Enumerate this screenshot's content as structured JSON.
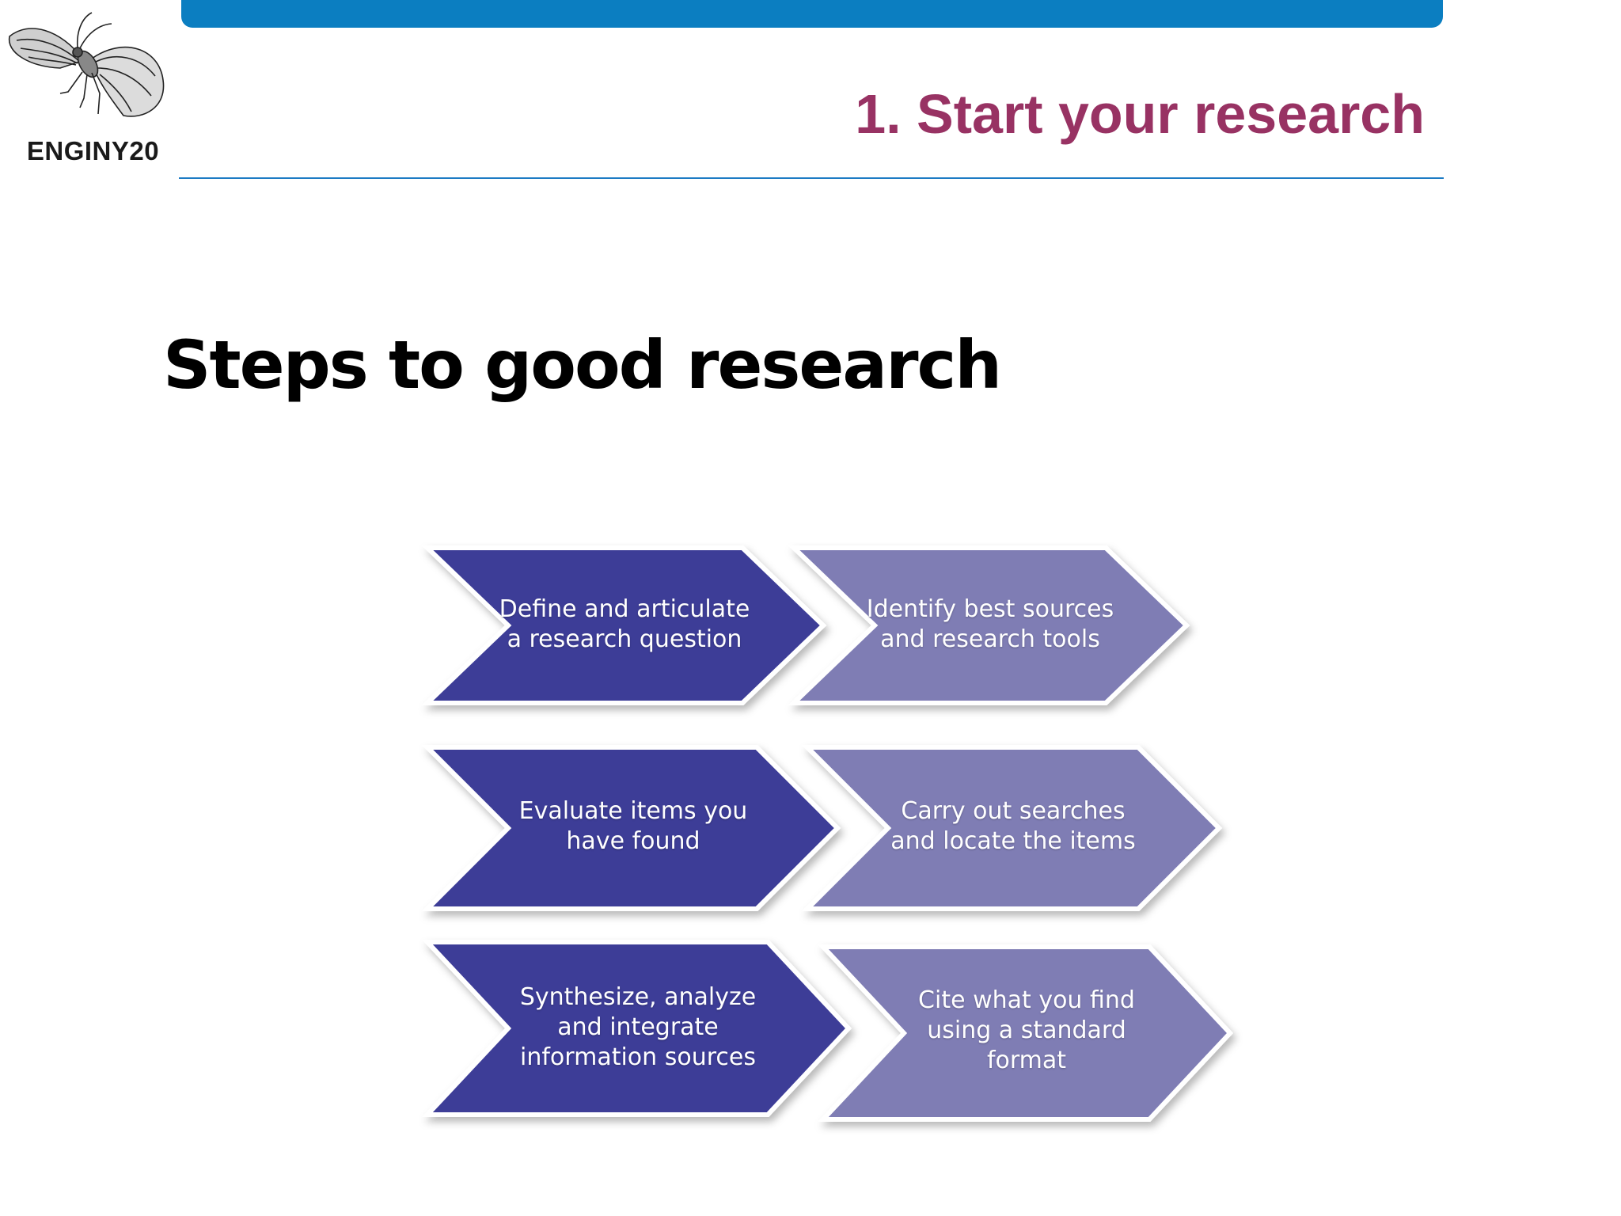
{
  "header": {
    "logo_text": "ENGINY20",
    "title": "1. Start your research"
  },
  "main": {
    "title": "Steps to good research"
  },
  "colors": {
    "brand_blue": "#0b7ec1",
    "header_title": "#983263",
    "step_dark": "#3d3c97",
    "step_light": "#7f7db4"
  },
  "steps": [
    {
      "id": "define-question",
      "lines": [
        "Define and articulate",
        "a research question"
      ],
      "tone": "dark"
    },
    {
      "id": "identify-sources",
      "lines": [
        "Identify best sources",
        "and research tools"
      ],
      "tone": "light"
    },
    {
      "id": "evaluate-items",
      "lines": [
        "Evaluate items you",
        "have found"
      ],
      "tone": "dark"
    },
    {
      "id": "carry-out-searches",
      "lines": [
        "Carry out searches",
        "and locate the items"
      ],
      "tone": "light"
    },
    {
      "id": "synthesize-sources",
      "lines": [
        "Synthesize, analyze",
        "and integrate",
        "information sources"
      ],
      "tone": "dark"
    },
    {
      "id": "cite-findings",
      "lines": [
        "Cite what you find",
        "using a standard",
        "format"
      ],
      "tone": "light"
    }
  ]
}
